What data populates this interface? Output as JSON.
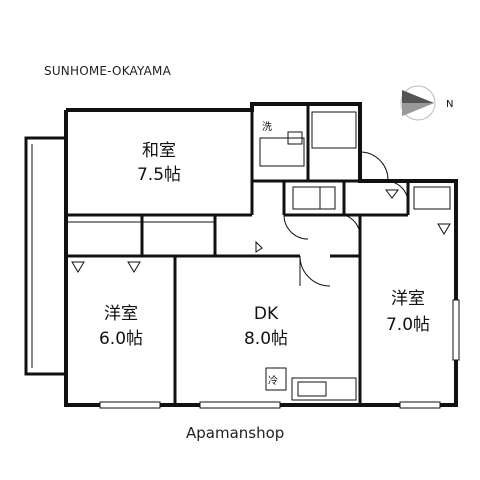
{
  "header": {
    "company": "SUNHOME-OKAYAMA"
  },
  "footer": {
    "brand": "Apamanshop"
  },
  "compass": {
    "north_label": "N"
  },
  "rooms": {
    "washitsu": {
      "name": "和室",
      "size": "7.5帖"
    },
    "yoshitsu_left": {
      "name": "洋室",
      "size": "6.0帖"
    },
    "dk": {
      "name": "DK",
      "size": "8.0帖"
    },
    "yoshitsu_right": {
      "name": "洋室",
      "size": "7.0帖"
    }
  },
  "fixtures": {
    "washer": "洗",
    "fridge": "冷"
  }
}
